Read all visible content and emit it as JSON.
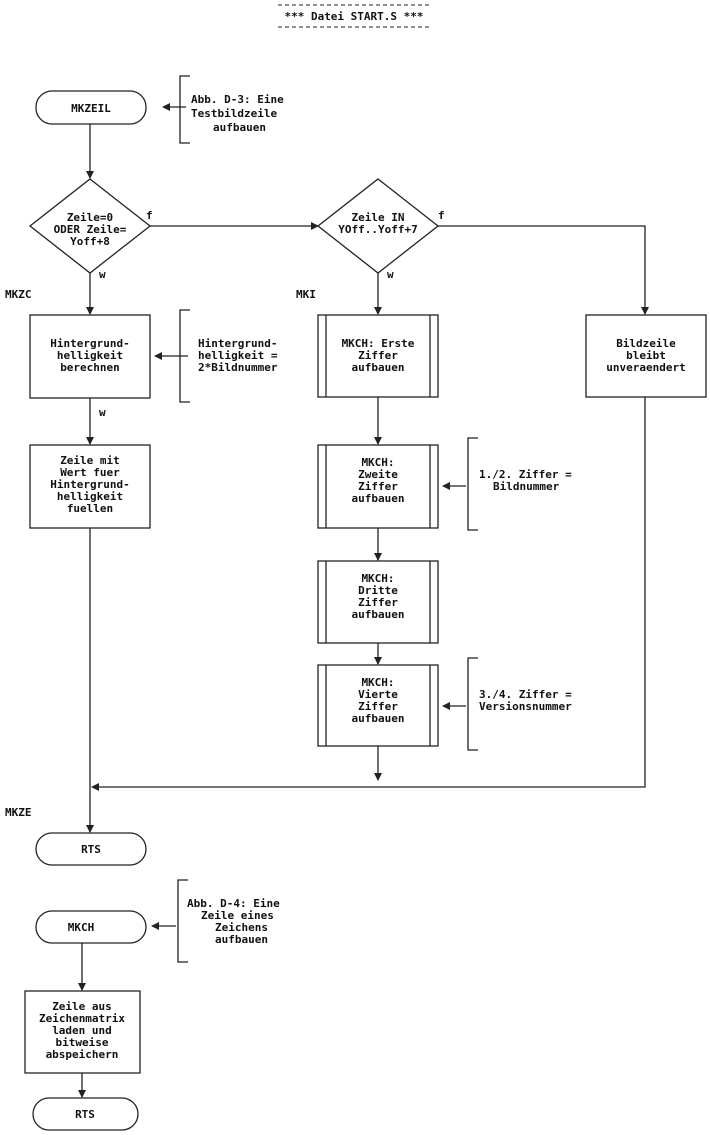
{
  "title": "*** Datei START.S ***",
  "terminals": {
    "mkzeil": "MKZEIL",
    "rts1": "RTS",
    "mkch": "MKCH",
    "rts2": "RTS"
  },
  "labels": {
    "mkzc": "MKZC",
    "mki": "MKI",
    "mkze": "MKZE",
    "f1": "f",
    "w1": "w",
    "f2": "f",
    "w2": "w",
    "w3": "w"
  },
  "decisions": {
    "d1": [
      "Zeile=0",
      "ODER Zeile=",
      "Yoff+8"
    ],
    "d2": [
      "Zeile IN",
      "YOff..Yoff+7"
    ]
  },
  "processes": {
    "hg_berechnen": [
      "Hintergrund-",
      "helligkeit",
      "berechnen"
    ],
    "zeile_fuellen": [
      "Zeile mit",
      "Wert fuer",
      "Hintergrund-",
      "helligkeit",
      "fuellen"
    ],
    "bildzeile": [
      "Bildzeile",
      "bleibt",
      "unveraendert"
    ],
    "zeile_laden": [
      "Zeile aus",
      "Zeichenmatrix",
      "laden und",
      "bitweise",
      "abspeichern"
    ]
  },
  "subroutines": {
    "erste": [
      "MKCH: Erste",
      "Ziffer",
      "aufbauen"
    ],
    "zweite": [
      "MKCH:",
      "Zweite",
      "Ziffer",
      "aufbauen"
    ],
    "dritte": [
      "MKCH:",
      "Dritte",
      "Ziffer",
      "aufbauen"
    ],
    "vierte": [
      "MKCH:",
      "Vierte",
      "Ziffer",
      "aufbauen"
    ]
  },
  "comments": {
    "abb_d3": [
      "Abb. D-3: Eine",
      "Testbildzeile",
      "aufbauen"
    ],
    "hg_formel": [
      "Hintergrund-",
      "helligkeit =",
      "2*Bildnummer"
    ],
    "ziffer12": [
      "1./2. Ziffer =",
      "Bildnummer"
    ],
    "ziffer34": [
      "3./4. Ziffer =",
      "Versionsnummer"
    ],
    "abb_d4": [
      "Abb. D-4: Eine",
      "Zeile eines",
      "Zeichens",
      "aufbauen"
    ]
  }
}
